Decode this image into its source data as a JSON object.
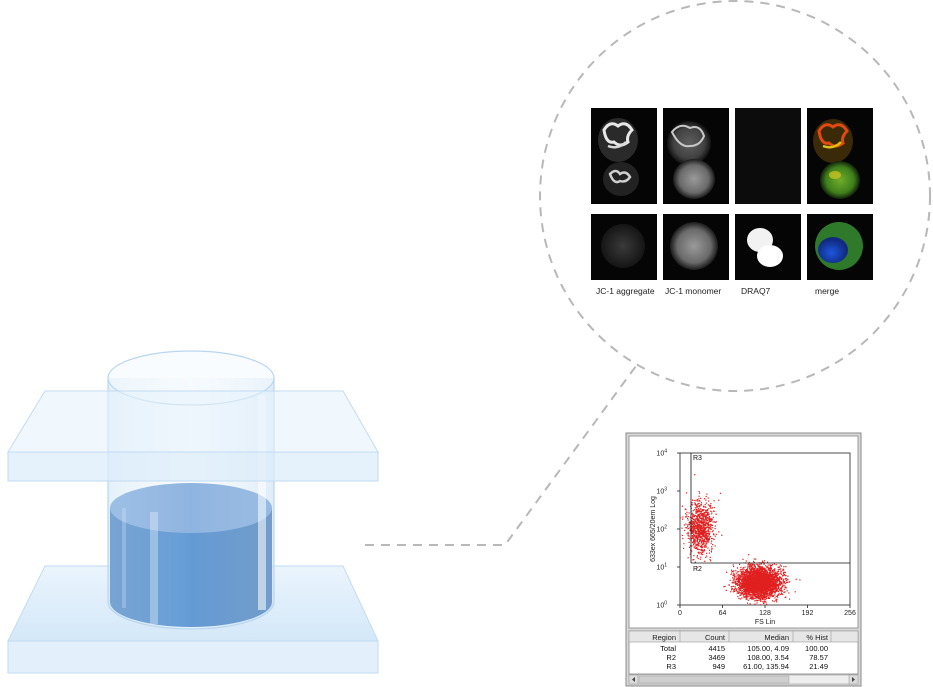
{
  "microscopy": {
    "labels": [
      "JC-1 aggregate",
      "JC-1 monomer",
      "DRAQ7",
      "merge"
    ]
  },
  "chart_data": {
    "type": "scatter",
    "xlabel": "FS Lin",
    "ylabel": "633ex 665/20em Log",
    "x_ticks": [
      "0",
      "64",
      "128",
      "192",
      "256"
    ],
    "y_ticks": [
      {
        "base": "10",
        "exp": "0"
      },
      {
        "base": "10",
        "exp": "1"
      },
      {
        "base": "10",
        "exp": "2"
      },
      {
        "base": "10",
        "exp": "3"
      },
      {
        "base": "10",
        "exp": "4"
      }
    ],
    "xlim": [
      0,
      256
    ],
    "ylim_log10": [
      0,
      4
    ],
    "region_labels": [
      "R3",
      "R2"
    ],
    "r2_boundary_log10": 1.1,
    "r3_x_min": 16,
    "clusters": [
      {
        "region": "R3",
        "center_x": 30,
        "center_log_y": 2.05,
        "spread_x": 10,
        "spread_log_y": 0.35,
        "count": 900
      },
      {
        "region": "R2",
        "center_x": 118,
        "center_log_y": 0.6,
        "spread_x": 16,
        "spread_log_y": 0.2,
        "count": 3400
      }
    ],
    "color": "#e02020"
  },
  "stats_table": {
    "headers": [
      "Region",
      "Count",
      "Median",
      "% Hist"
    ],
    "rows": [
      {
        "region": "Total",
        "count": "4415",
        "median": "105.00,  4.09",
        "hist": "100.00"
      },
      {
        "region": "R2",
        "count": "3469",
        "median": "108.00,  3.54",
        "hist": "78.57"
      },
      {
        "region": "R3",
        "count": "949",
        "median": "61.00, 135.94",
        "hist": "21.49"
      }
    ]
  }
}
